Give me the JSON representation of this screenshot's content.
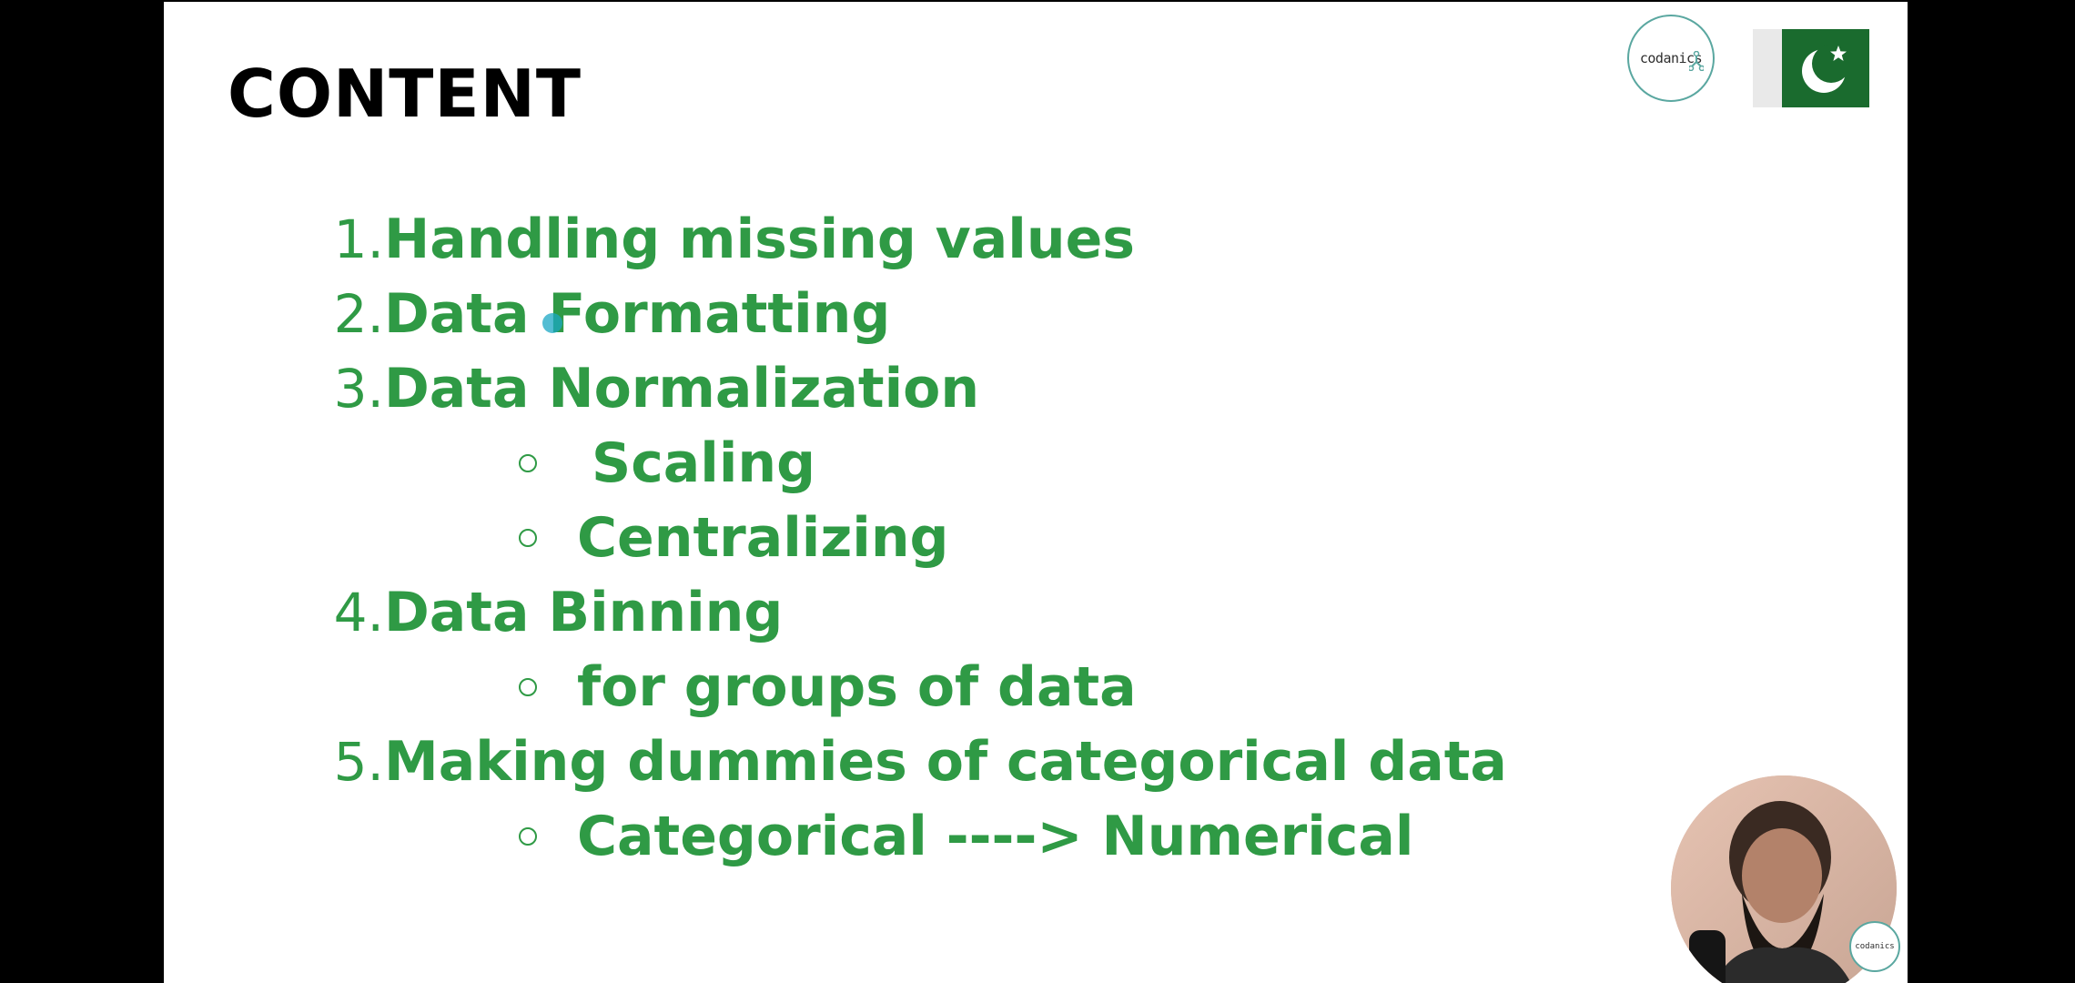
{
  "slide": {
    "title": "CONTENT",
    "items": [
      {
        "number": "1.",
        "text": "Handling missing values",
        "subitems": []
      },
      {
        "number": "2.",
        "text": "Data Formatting",
        "subitems": []
      },
      {
        "number": "3.",
        "text": "Data Normalization",
        "subitems": [
          "Scaling",
          "Centralizing"
        ]
      },
      {
        "number": "4.",
        "text": "Data Binning",
        "subitems": [
          "for groups of data"
        ]
      },
      {
        "number": "5.",
        "text": "Making dummies of categorical data",
        "subitems": [
          "Categorical ----> Numerical"
        ]
      }
    ]
  },
  "branding": {
    "logo_text": "codanics",
    "webcam_logo_text": "codanics"
  },
  "colors": {
    "accent_green": "#2f9a45",
    "flag_green": "#1a6b2e",
    "logo_ring": "#5aa7a0",
    "cursor": "#1ba7c4"
  },
  "icons": {
    "flag": "pakistan-flag-icon",
    "logo": "codanics-logo-icon",
    "bullet": "hollow-circle-bullet-icon"
  }
}
